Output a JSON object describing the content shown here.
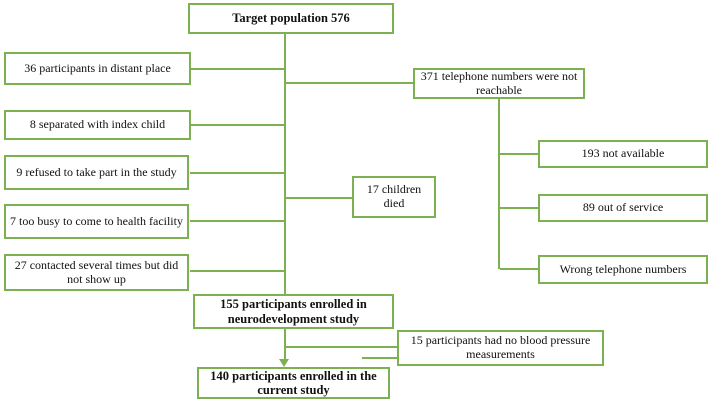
{
  "diagram": {
    "type": "flowchart",
    "colors": {
      "line_green": "#7cb152",
      "text": "#111111",
      "background": "#ffffff"
    }
  },
  "nodes": {
    "target": {
      "label": "Target population 576"
    },
    "distant": {
      "label": "36 participants in distant place"
    },
    "separated": {
      "label": "8 separated with index child"
    },
    "refused": {
      "label": "9 refused to take part in the study"
    },
    "busy": {
      "label": "7 too busy to come to health facility"
    },
    "no_show": {
      "label": "27 contacted several times but did not show up"
    },
    "unreachable": {
      "label": "371 telephone numbers were not reachable"
    },
    "died": {
      "label": "17 children died"
    },
    "not_available": {
      "label": "193 not available"
    },
    "out_of_service": {
      "label": "89 out of service"
    },
    "wrong_numbers": {
      "label": "Wrong telephone numbers"
    },
    "enrolled_neuro": {
      "label": "155 participants enrolled in neurodevelopment study"
    },
    "no_bp": {
      "label": "15 participants had no blood pressure measurements"
    },
    "enrolled_current": {
      "label": "140 participants enrolled in the current study"
    }
  },
  "edges": [
    {
      "from": "target",
      "to": "enrolled_neuro"
    },
    {
      "from": "target",
      "to": "distant"
    },
    {
      "from": "target",
      "to": "separated"
    },
    {
      "from": "target",
      "to": "refused"
    },
    {
      "from": "target",
      "to": "busy"
    },
    {
      "from": "target",
      "to": "no_show"
    },
    {
      "from": "target",
      "to": "unreachable"
    },
    {
      "from": "target",
      "to": "died"
    },
    {
      "from": "unreachable",
      "to": "not_available"
    },
    {
      "from": "unreachable",
      "to": "out_of_service"
    },
    {
      "from": "unreachable",
      "to": "wrong_numbers"
    },
    {
      "from": "enrolled_neuro",
      "to": "no_bp"
    },
    {
      "from": "enrolled_neuro",
      "to": "enrolled_current"
    }
  ]
}
